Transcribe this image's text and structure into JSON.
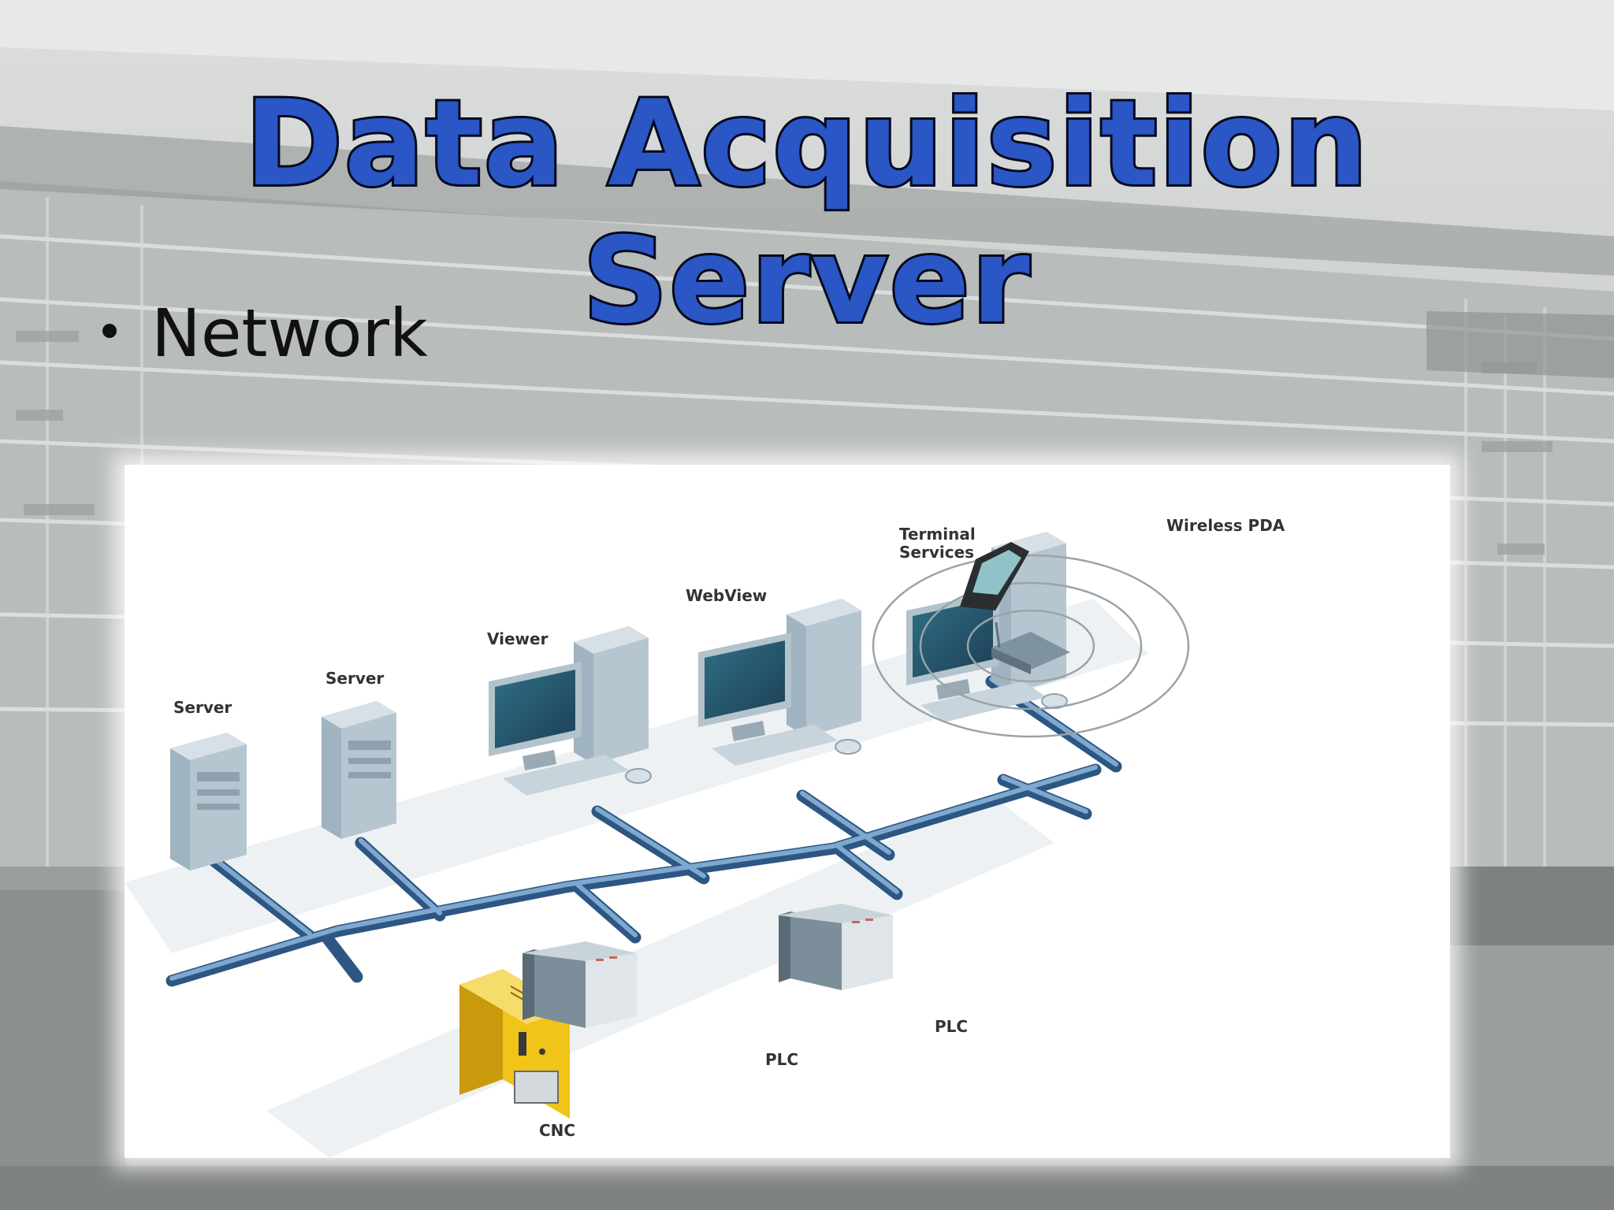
{
  "slide": {
    "title": "Data Acquisition Server",
    "bullets": [
      "Network"
    ]
  },
  "diagram": {
    "labels": {
      "server_1": "Server",
      "server_2": "Server",
      "viewer": "Viewer",
      "webview": "WebView",
      "terminal_line_1": "Terminal",
      "terminal_line_2": "Services",
      "wireless_pda": "Wireless PDA",
      "cnc": "CNC",
      "plc_1": "PLC",
      "plc_2": "PLC"
    }
  },
  "colors": {
    "title_fill": "#2a56c6",
    "title_outline": "#050a1e",
    "network_cable": "#4f7fb0",
    "device_body": "#b9c7d0",
    "cnc_body": "#f0c419"
  }
}
